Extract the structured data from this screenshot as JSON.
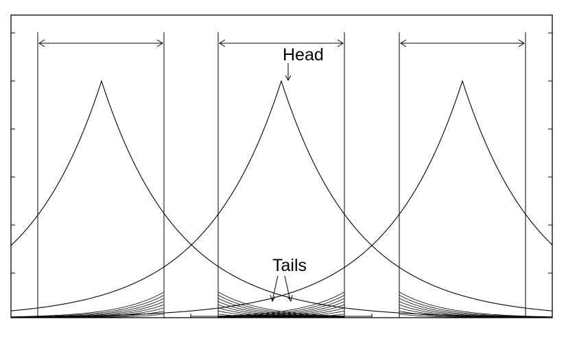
{
  "labels": {
    "head": "Head",
    "tails": "Tails"
  },
  "colors": {
    "line": "#000000",
    "background": "#ffffff"
  },
  "diagram": {
    "peaks": 3,
    "decay": 0.009,
    "tail_curves_per_side": 8
  }
}
